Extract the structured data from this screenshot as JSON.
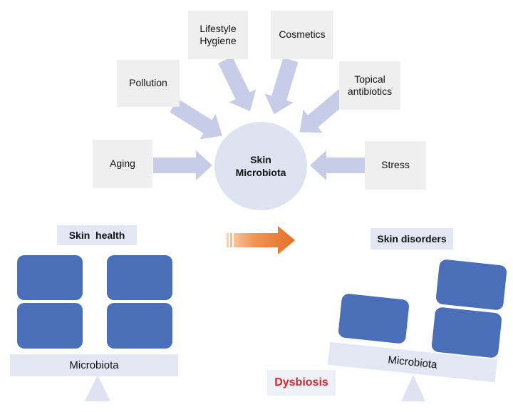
{
  "factors": {
    "aging": "Aging",
    "pollution": "Pollution",
    "lifestyle_line1": "Lifestyle",
    "lifestyle_line2": "Hygiene",
    "cosmetics": "Cosmetics",
    "topical_line1": "Topical",
    "topical_line2": "antibiotics",
    "stress": "Stress"
  },
  "hub": {
    "line1": "Skin",
    "line2": "Microbiota"
  },
  "health": {
    "title": "Skin  health",
    "beam_label": "Microbiota"
  },
  "disorders": {
    "title": "Skin disorders",
    "beam_label": "Microbiota",
    "state": "Dysbiosis"
  },
  "colors": {
    "block": "#4a6fb8",
    "arrow": "#c7cde8",
    "transition_arrow": "#e8782c",
    "dysbiosis": "#d6282e",
    "box": "#efefef",
    "hub": "#dde3f1"
  }
}
